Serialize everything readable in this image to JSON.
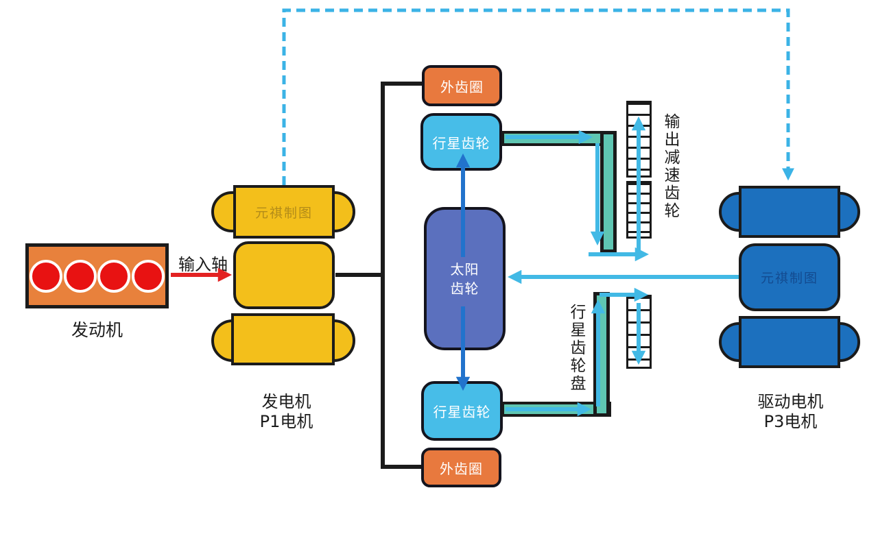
{
  "diagram": {
    "engine": {
      "label": "发动机"
    },
    "input_shaft": {
      "label": "输入轴"
    },
    "generator": {
      "label_line1": "发电机",
      "label_line2": "P1电机",
      "watermark": "元祺制图"
    },
    "planetary_gearset": {
      "ring_gear_top": "外齿圈",
      "planet_gear_top": "行星齿轮",
      "sun_gear_line1": "太阳",
      "sun_gear_line2": "齿轮",
      "planet_gear_bottom": "行星齿轮",
      "ring_gear_bottom": "外齿圈"
    },
    "output_reduction_gear": {
      "label": "输出减速齿轮"
    },
    "planet_carrier": {
      "label": "行星齿轮盘"
    },
    "drive_motor": {
      "label_line1": "驱动电机",
      "label_line2": "P3电机",
      "watermark": "元祺制图"
    }
  },
  "colors": {
    "engine_orange": "#E8813C",
    "cylinder_red": "#E81212",
    "generator_yellow": "#F3BF1B",
    "ring_gear_orange": "#E8793E",
    "planet_gear_lightblue": "#47BDE8",
    "sun_gear_blue": "#5B70BE",
    "drive_motor_blue": "#1C70BE",
    "carrier_teal": "#5FC6B2",
    "arrow_cyan": "#42B9E5",
    "arrow_blue": "#2273CC",
    "arrow_red": "#E32222",
    "dashed_link_cyan": "#3BB3E6",
    "outline_black": "#1b1b1b"
  }
}
